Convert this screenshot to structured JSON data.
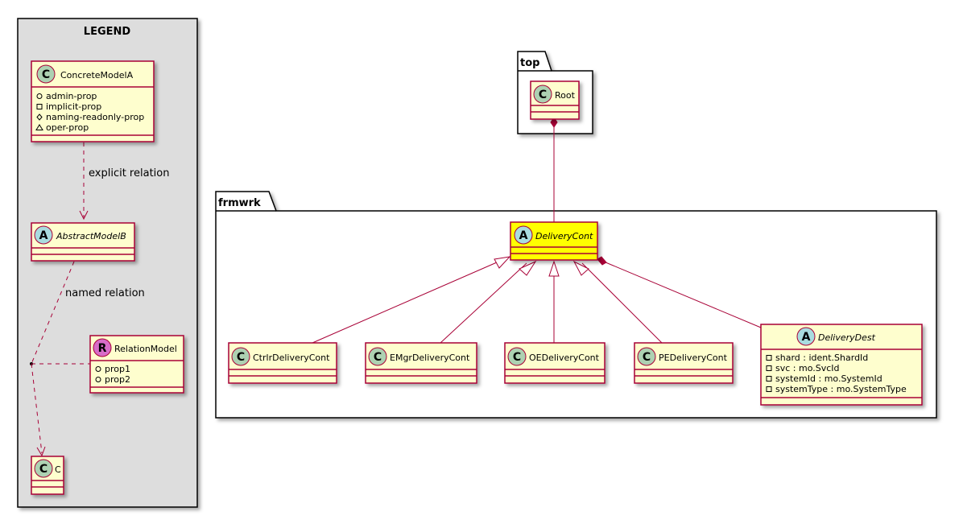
{
  "legend": {
    "title": "LEGEND",
    "concrete_class": {
      "name": "ConcreteModelA",
      "stereotype": "C",
      "props": [
        {
          "vis": "public",
          "name": "admin-prop"
        },
        {
          "vis": "private",
          "name": "implicit-prop"
        },
        {
          "vis": "protected",
          "name": "naming-readonly-prop"
        },
        {
          "vis": "package",
          "name": "oper-prop"
        }
      ]
    },
    "abstract_class": {
      "name": "AbstractModelB",
      "stereotype": "A"
    },
    "relation_class": {
      "name": "RelationModel",
      "stereotype": "R",
      "props": [
        {
          "vis": "public",
          "name": "prop1"
        },
        {
          "vis": "public",
          "name": "prop2"
        }
      ]
    },
    "c_class": {
      "name": "C",
      "stereotype": "C"
    },
    "explicit_relation_label": "explicit relation",
    "named_relation_label": "named relation"
  },
  "packages": {
    "top": {
      "name": "top"
    },
    "frmwrk": {
      "name": "frmwrk"
    }
  },
  "classes": {
    "root": {
      "name": "Root",
      "stereotype": "C"
    },
    "delivery_cont": {
      "name": "DeliveryCont",
      "stereotype": "A"
    },
    "ctrlr": {
      "name": "CtrlrDeliveryCont",
      "stereotype": "C"
    },
    "emgr": {
      "name": "EMgrDeliveryCont",
      "stereotype": "C"
    },
    "oe": {
      "name": "OEDeliveryCont",
      "stereotype": "C"
    },
    "pe": {
      "name": "PEDeliveryCont",
      "stereotype": "C"
    },
    "delivery_dest": {
      "name": "DeliveryDest",
      "stereotype": "A",
      "props": [
        {
          "vis": "private",
          "name": "shard : ident.ShardId"
        },
        {
          "vis": "private",
          "name": "svc : mo.SvcId"
        },
        {
          "vis": "private",
          "name": "systemId : mo.SystemId"
        },
        {
          "vis": "private",
          "name": "systemType : mo.SystemType"
        }
      ]
    }
  },
  "colors": {
    "class_fill": "#FEFECE",
    "class_border": "#A80036",
    "highlight_fill": "#FFFF00",
    "legend_bg": "#DDDDDD",
    "circle_c": "#ADD1B2",
    "circle_a": "#A9DCDF",
    "circle_r": "#D76CC8"
  }
}
